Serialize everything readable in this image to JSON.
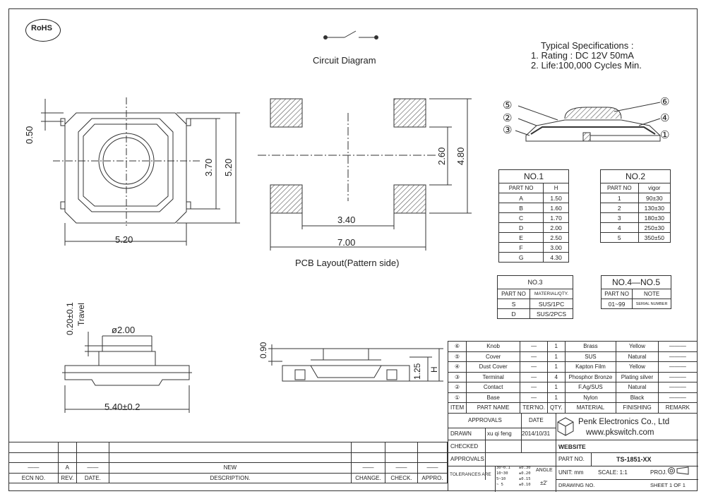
{
  "rohs_logo": "RoHS",
  "circuit_title": "Circuit Diagram",
  "specs": {
    "title": "Typical Specifications :",
    "line1": "1. Rating : DC 12V 50mA",
    "line2": "2. Life:100,000 Cycles Min."
  },
  "dims": {
    "d050": "0.50",
    "d370": "3.70",
    "d520v": "5.20",
    "d520h": "5.20",
    "d260": "2.60",
    "d480": "4.80",
    "d340": "3.40",
    "d700": "7.00",
    "travel": "0.20±0.1",
    "travel_label": "Travel",
    "dia": "ø2.00",
    "width": "5.40±0.2",
    "d090": "0.90",
    "d125": "1.25",
    "h": "H"
  },
  "pcb_title": "PCB Layout(Pattern side)",
  "callouts": [
    "⑤",
    "②",
    "③",
    "⑥",
    "④",
    "①"
  ],
  "no1": {
    "title": "NO.1",
    "head": [
      "PART NO",
      "H"
    ],
    "rows": [
      [
        "A",
        "1.50"
      ],
      [
        "B",
        "1.60"
      ],
      [
        "C",
        "1.70"
      ],
      [
        "D",
        "2.00"
      ],
      [
        "E",
        "2.50"
      ],
      [
        "F",
        "3.00"
      ],
      [
        "G",
        "4.30"
      ]
    ]
  },
  "no2": {
    "title": "NO.2",
    "head": [
      "PART NO",
      "vigor"
    ],
    "rows": [
      [
        "1",
        "90±30"
      ],
      [
        "2",
        "130±30"
      ],
      [
        "3",
        "180±30"
      ],
      [
        "4",
        "250±30"
      ],
      [
        "5",
        "350±50"
      ]
    ]
  },
  "no3": {
    "title": "NO.3",
    "head": [
      "PART NO",
      "MATERIAL/QTY."
    ],
    "rows": [
      [
        "S",
        "SUS/1PC"
      ],
      [
        "D",
        "SUS/2PCS"
      ]
    ]
  },
  "no45": {
    "title": "NO.4—NO.5",
    "head": [
      "PART NO",
      "NOTE"
    ],
    "rows": [
      [
        "01~99",
        "SERIAL NUMBER"
      ]
    ]
  },
  "bom": {
    "rows": [
      [
        "⑥",
        "Knob",
        "—",
        "1",
        "Brass",
        "Yellow",
        "———"
      ],
      [
        "⑤",
        "Cover",
        "—",
        "1",
        "SUS",
        "Natural",
        "———"
      ],
      [
        "④",
        "Dust Cover",
        "—",
        "1",
        "Kapton Film",
        "Yellow",
        "———"
      ],
      [
        "③",
        "Terminal",
        "—",
        "4",
        "Phosphor Bronze",
        "Plating silver",
        "———"
      ],
      [
        "②",
        "Contact",
        "—",
        "1",
        "F.Ag/SUS",
        "Natural",
        "———"
      ],
      [
        "①",
        "Base",
        "—",
        "1",
        "Nylon",
        "Black",
        "———"
      ]
    ],
    "head": [
      "ITEM",
      "PART NAME",
      "TER'NO.",
      "QTY.",
      "MATERIAL",
      "FINISHING",
      "REMARK"
    ]
  },
  "title_block": {
    "approvals": "APPROVALS",
    "date_h": "DATE",
    "drawn": "DRAWN",
    "drawn_by": "xu qi feng",
    "drawn_date": "2014/10/31",
    "checked": "CHECKED",
    "approvals2": "APPROVALS",
    "company": "Penk Electronics Co., Ltd",
    "website_url": "www.pkswitch.com",
    "website": "WEBSITE",
    "part_no_label": "PART NO.",
    "part_no": "TS-1851-XX",
    "tolerances": "TOLERANCES ARE",
    "tol_ranges": [
      "30~0.1",
      "10~30",
      "5~10",
      "~ 5"
    ],
    "tol_vals": [
      "±0.30",
      "±0.20",
      "±0.15",
      "±0.10"
    ],
    "angle": "ANGLE",
    "angle_val": "±2'",
    "unit": "UNIT: mm",
    "scale": "SCALE: 1:1",
    "proj": "PROJ.",
    "drawing_no": "DRAWING NO.",
    "sheet": "SHEET 1 OF 1"
  },
  "revision": {
    "row": [
      "——",
      "A",
      "——",
      "NEW",
      "——",
      "——",
      "——"
    ],
    "head": [
      "ECN NO.",
      "REV.",
      "DATE.",
      "DESCRIPTION.",
      "CHANGE.",
      "CHECK.",
      "APPRO."
    ]
  }
}
